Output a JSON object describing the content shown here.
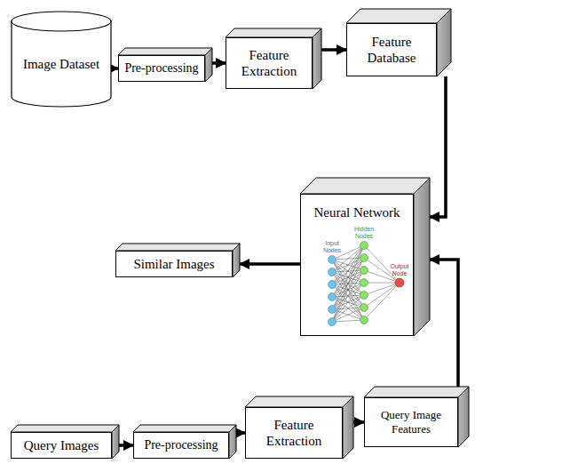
{
  "diagram": {
    "nodes": [
      {
        "text": [
          "Image Dataset"
        ]
      },
      {
        "text": [
          "Pre-processing"
        ]
      },
      {
        "text": [
          "Feature Extraction"
        ]
      },
      {
        "text": [
          "Feature Database"
        ]
      },
      {
        "text": [
          "Neural Network"
        ]
      },
      {
        "text": [
          "Similar Images"
        ]
      },
      {
        "text": [
          "Query Images"
        ]
      },
      {
        "text": [
          "Pre-processing"
        ]
      },
      {
        "text": [
          "Feature Extraction"
        ]
      },
      {
        "text": [
          "Query Image Features"
        ]
      }
    ],
    "edges": [
      {
        "from": 0,
        "to": 1,
        "arrow": "to"
      },
      {
        "from": 1,
        "to": 2,
        "arrow": "to"
      },
      {
        "from": 2,
        "to": 3,
        "arrow": "to"
      },
      {
        "from": 3,
        "to": 4,
        "arrow": "to"
      },
      {
        "from": 4,
        "to": 5,
        "arrow": "to"
      },
      {
        "from": 6,
        "to": 7,
        "arrow": "to"
      },
      {
        "from": 7,
        "to": 8,
        "arrow": "to"
      },
      {
        "from": 8,
        "to": 9,
        "arrow": "to"
      },
      {
        "from": 9,
        "to": 4,
        "arrow": "to"
      }
    ],
    "labels": [
      "Input Nodes",
      "Hidden Nodes",
      "Output Node"
    ]
  }
}
